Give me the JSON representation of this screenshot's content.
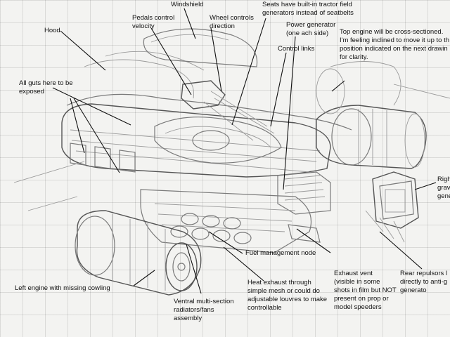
{
  "labels": {
    "windshield": "Windshield",
    "pedals": "Pedals control\nvelocity",
    "wheel": "Wheel controls\ndirection",
    "seats": "Seats have built-in tractor field\ngenerators instead of seatbelts",
    "hood": "Hood",
    "power_gen": "Power generator\n(one ach side)",
    "top_engine": "Top engine will be cross-sectioned.\nI'm feeling inclined to move it up to th\nposition indicated on the next drawin\nfor clarity.",
    "control_links": "Control links",
    "guts": "All guts here to be\nexposed",
    "right_grav": "Righ\ngrav\ngene",
    "fuel": "Fuel management node",
    "exhaust_vent": "Exhaust vent\n(visible in some\nshots in film but NOT\npresent on prop or\nmodel speeders",
    "rear_repulsors": "Rear repulsors l\ndirectly to anti-g\ngenerato",
    "left_engine": "Left engine with missing cowling",
    "heat_exhaust": "Heat exhaust through\nsimple mesh or could do\nadjustable louvres to make\ncontrollable",
    "ventral": "Ventral multi-section\nradiators/fans\nassembly"
  }
}
